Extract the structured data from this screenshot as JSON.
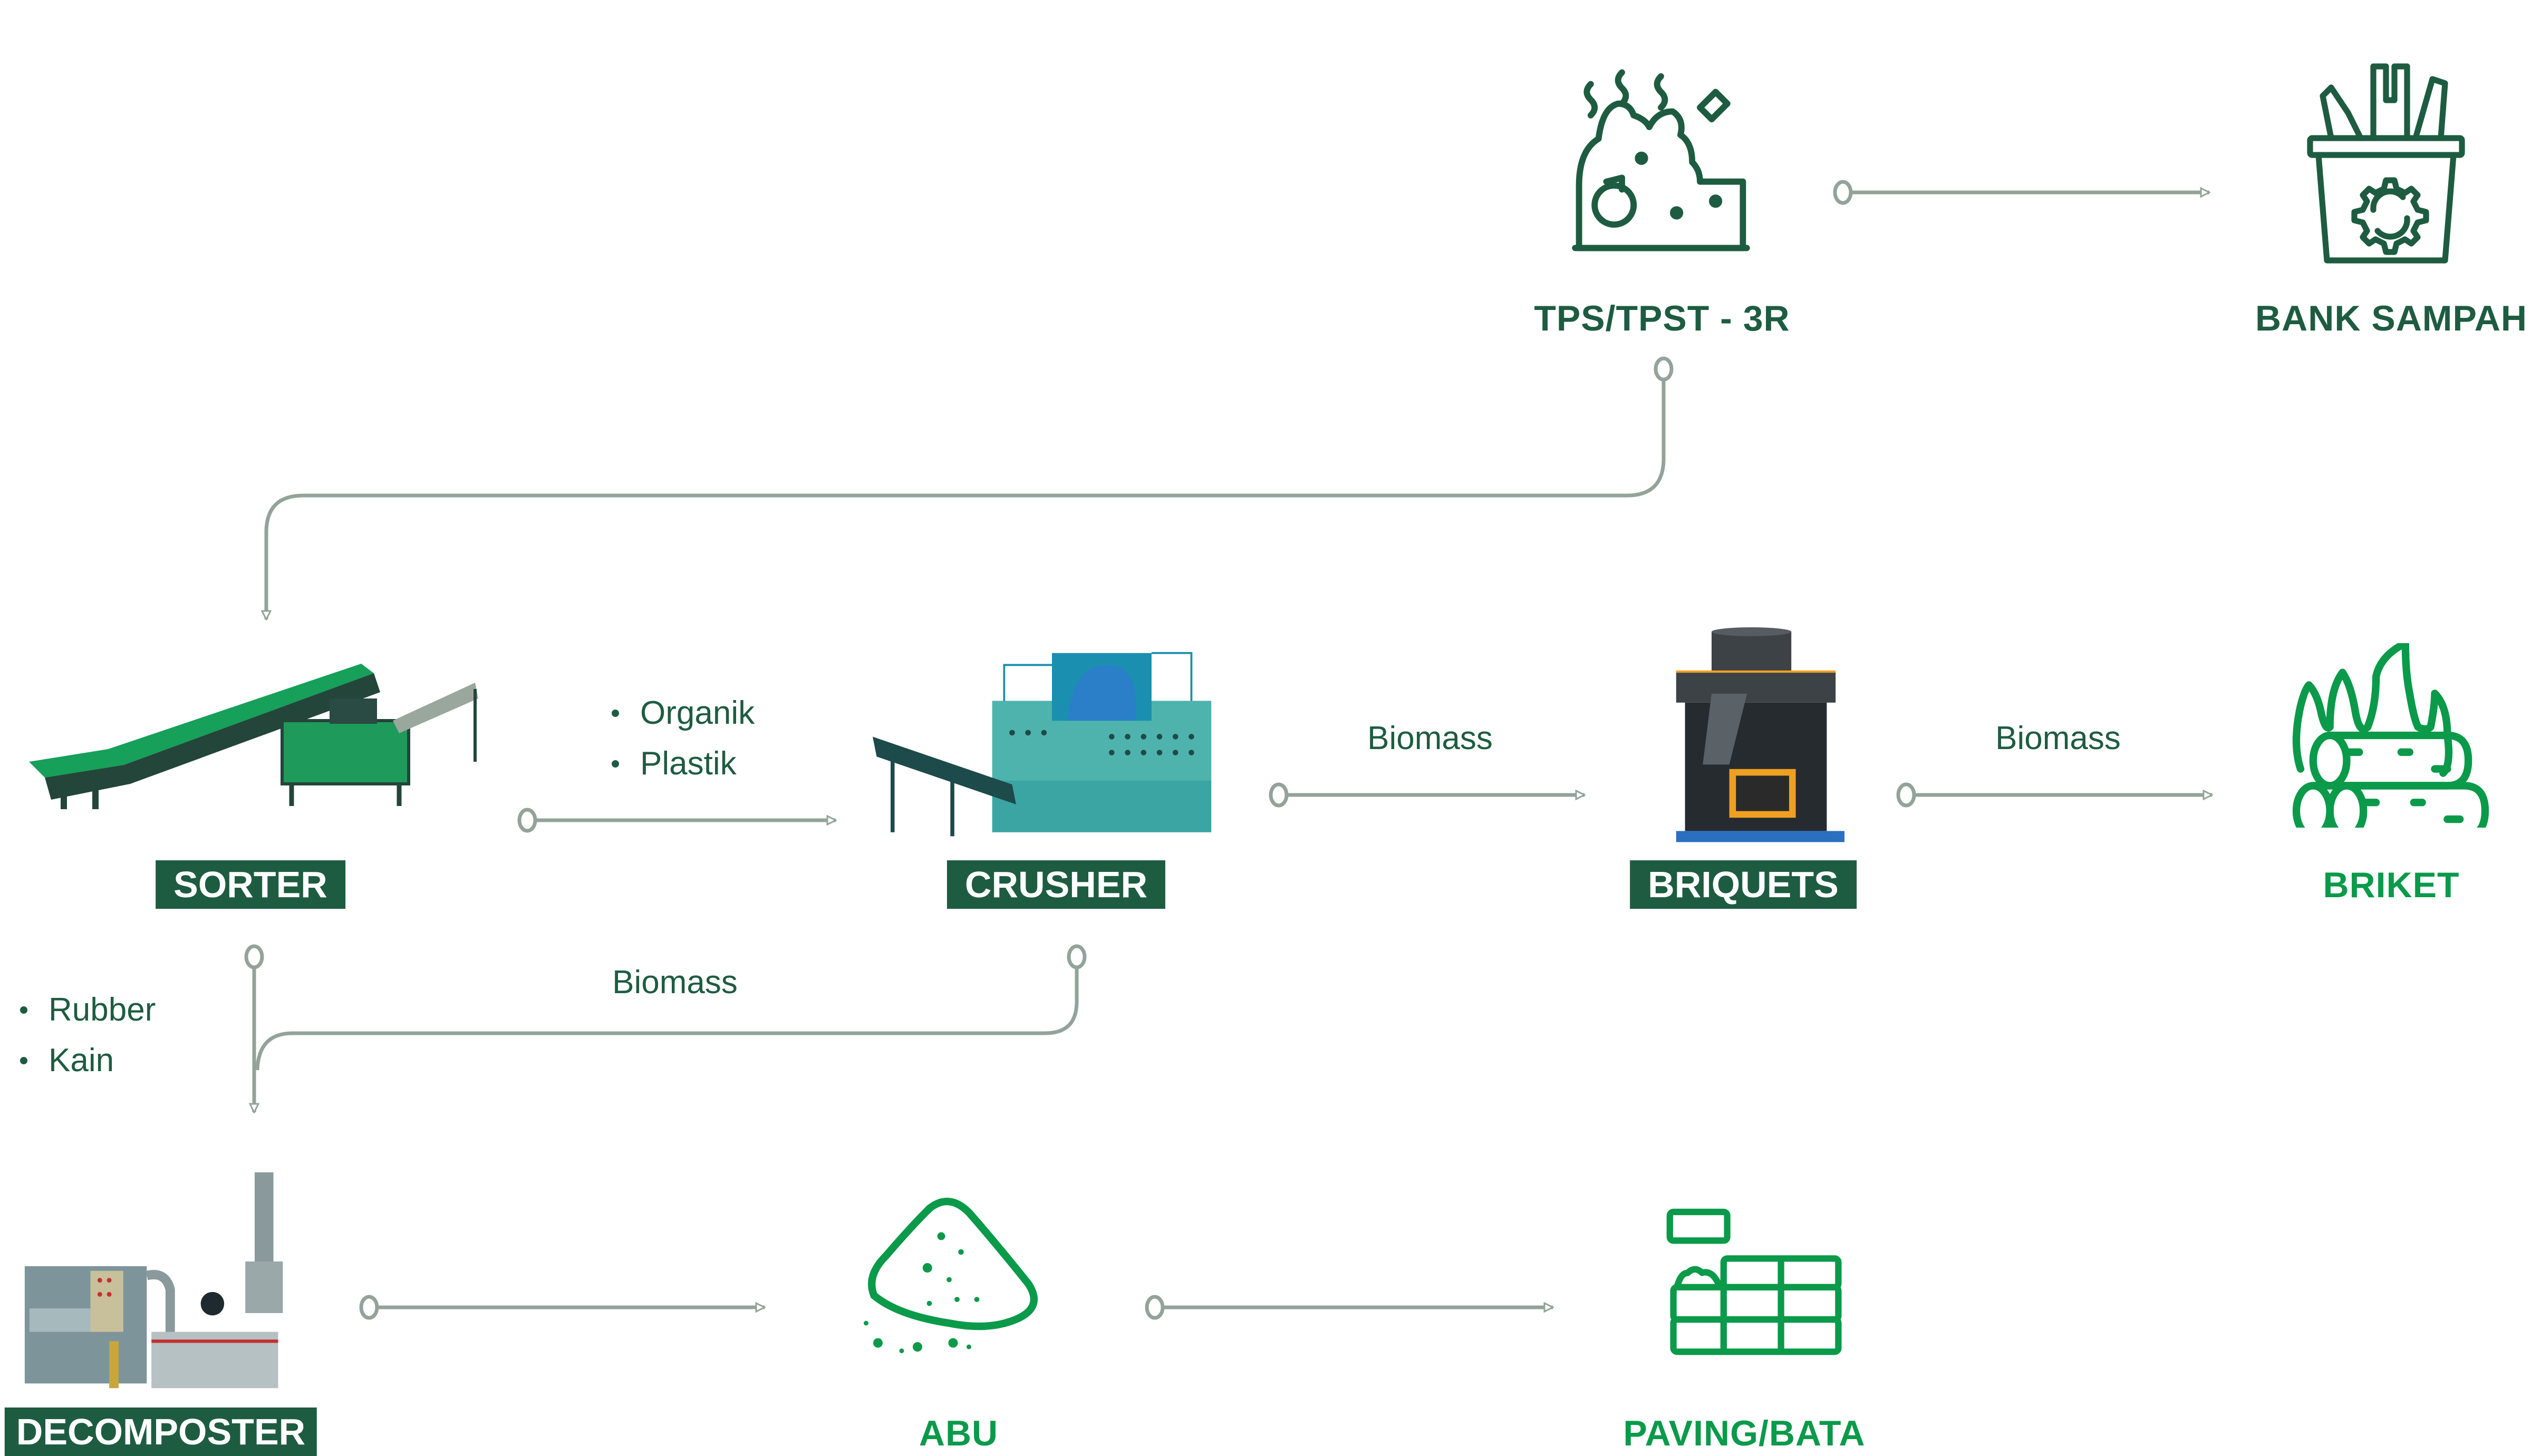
{
  "colors": {
    "dark_green": "#1e5c41",
    "bright_green": "#0a9a4a",
    "connector": "#93a39a",
    "background": "#ffffff"
  },
  "nodes": {
    "tps": {
      "label": "TPS/TPST - 3R",
      "icon": "garbage-pile-icon"
    },
    "bank_sampah": {
      "label": "BANK SAMPAH",
      "icon": "recycle-bin-icon"
    },
    "sorter": {
      "label": "SORTER",
      "icon": "conveyor-sorter-machine"
    },
    "crusher": {
      "label": "CRUSHER",
      "icon": "crusher-machine"
    },
    "briquets": {
      "label": "BRIQUETS",
      "icon": "briquette-press-machine"
    },
    "briket": {
      "label": "BRIKET",
      "icon": "burning-logs-icon"
    },
    "decomposter": {
      "label": "DECOMPOSTER",
      "icon": "decomposter-machine"
    },
    "abu": {
      "label": "ABU",
      "icon": "ash-pile-icon"
    },
    "paving": {
      "label": "PAVING/BATA",
      "icon": "bricks-icon"
    }
  },
  "edges": {
    "sorter_crusher": {
      "items": [
        "Organik",
        "Plastik"
      ]
    },
    "crusher_briquets": {
      "label": "Biomass"
    },
    "briquets_briket": {
      "label": "Biomass"
    },
    "crusher_decomposter": {
      "label": "Biomass"
    },
    "sorter_decomposter": {
      "items": [
        "Rubber",
        "Kain"
      ]
    }
  }
}
